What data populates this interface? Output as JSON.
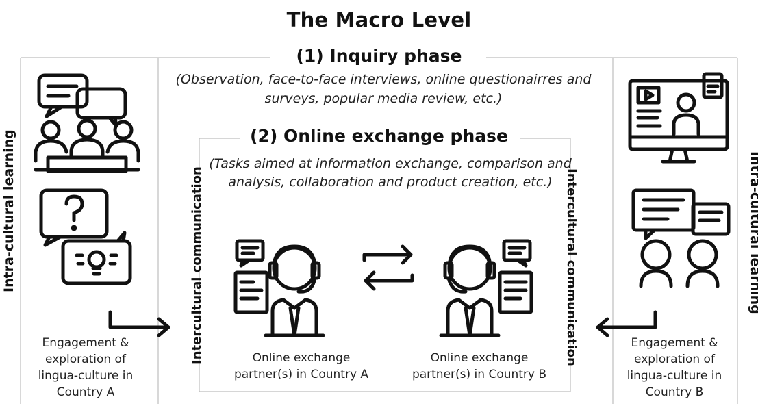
{
  "title": "The Macro Level",
  "inquiry": {
    "heading": "(1) Inquiry phase",
    "description": "(Observation, face-to-face interviews, online questionairres and surveys, popular media review, etc.)"
  },
  "exchange": {
    "heading": "(2) Online exchange phase",
    "description": "(Tasks aimed at information exchange, comparison and analysis, collaboration and product creation, etc.)"
  },
  "left": {
    "side_label": "Intra-cultural learning",
    "caption": "Engagement & exploration of lingua-culture in Country A"
  },
  "right": {
    "side_label": "Intra-cultural learning",
    "caption": "Engagement & exploration of lingua-culture in Country B"
  },
  "communication": {
    "left_label": "Intercultural communication",
    "right_label": "Intercultural communication"
  },
  "partners": {
    "a": "Online exchange partner(s) in Country A",
    "b": "Online exchange partner(s) in Country B"
  },
  "icons": {
    "meeting": "group-meeting-icon",
    "question": "question-bubble-icon",
    "idea": "lightbulb-bubble-icon",
    "media": "video-monitor-icon",
    "conversation": "two-people-chat-icon",
    "agent": "headset-agent-icon",
    "exchange": "exchange-arrows-icon"
  }
}
